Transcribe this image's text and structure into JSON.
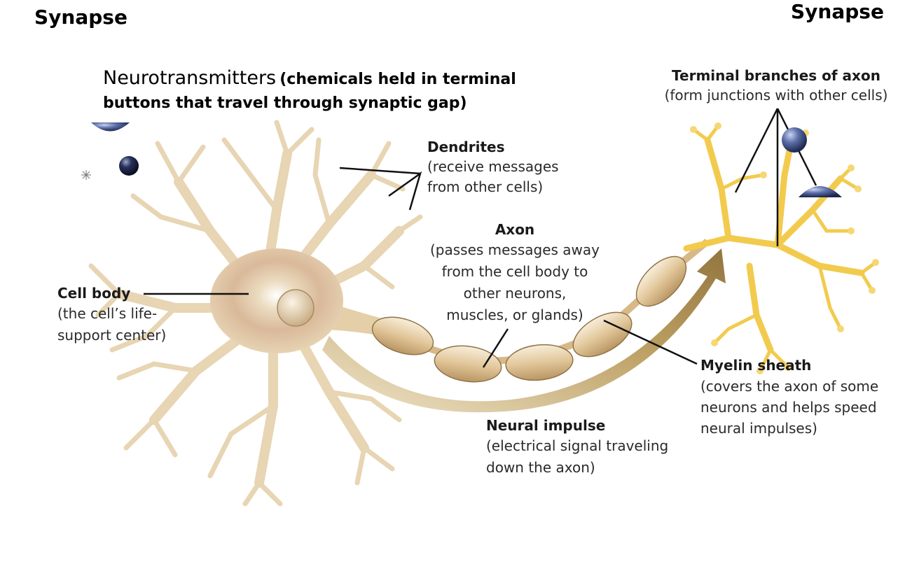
{
  "synapse_left": "Synapse",
  "synapse_right": "Synapse",
  "neurotransmitters": {
    "title": "Neurotransmitters",
    "desc_line1": "(chemicals held in terminal",
    "desc_line2": "buttons that travel through synaptic gap)"
  },
  "dendrites": {
    "title": "Dendrites",
    "line1": "(receive messages",
    "line2": "from other cells)"
  },
  "axon": {
    "title": "Axon",
    "line1": "(passes messages away",
    "line2": "from the cell body to",
    "line3": "other neurons,",
    "line4": "muscles, or glands)"
  },
  "cell_body": {
    "title": "Cell body",
    "line1": "(the cell’s life-",
    "line2": "support center)"
  },
  "terminal_branches": {
    "title": "Terminal branches of axon",
    "line1": "(form junctions with other cells)"
  },
  "myelin_sheath": {
    "title": "Myelin sheath",
    "line1": "(covers the axon of some",
    "line2": "neurons and helps speed",
    "line3": "neural impulses)"
  },
  "neural_impulse": {
    "title": "Neural impulse",
    "line1": "(electrical signal traveling",
    "line2": "down the axon)"
  },
  "colors": {
    "cell_body": "#e8d6b4",
    "terminal_branches": "#f0c84a",
    "impulse_arrow": "#a88a4a",
    "sphere": "#2a3a6a"
  }
}
